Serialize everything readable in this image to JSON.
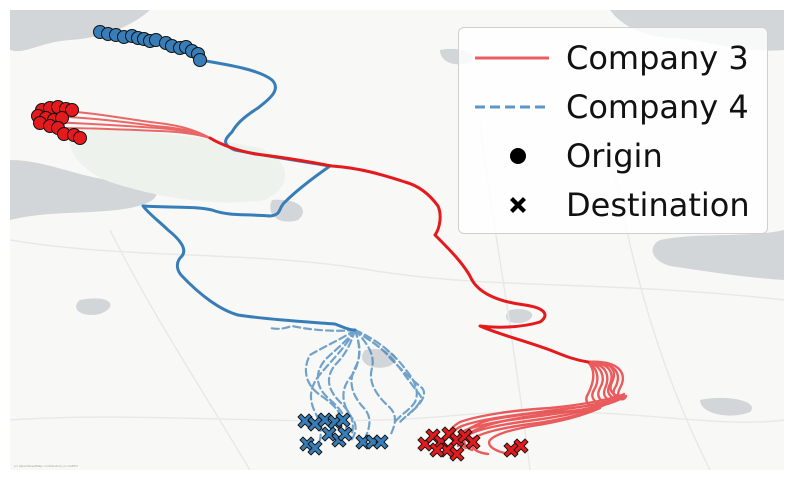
{
  "attribution": "(c) OpenStreetMap contributors (c) CARTO",
  "colors": {
    "company3": "#e41a1c",
    "company4": "#377eb8",
    "land": "#f8f8f6",
    "water": "#d2d6d9",
    "park": "#eef2ec",
    "road": "#e6e6e6"
  },
  "legend": {
    "items": [
      {
        "label": "Company 3",
        "marker": "solid-line"
      },
      {
        "label": "Company 4",
        "marker": "dashed-line"
      },
      {
        "label": "Origin",
        "marker": "circle"
      },
      {
        "label": "Destination",
        "marker": "cross"
      }
    ]
  }
}
